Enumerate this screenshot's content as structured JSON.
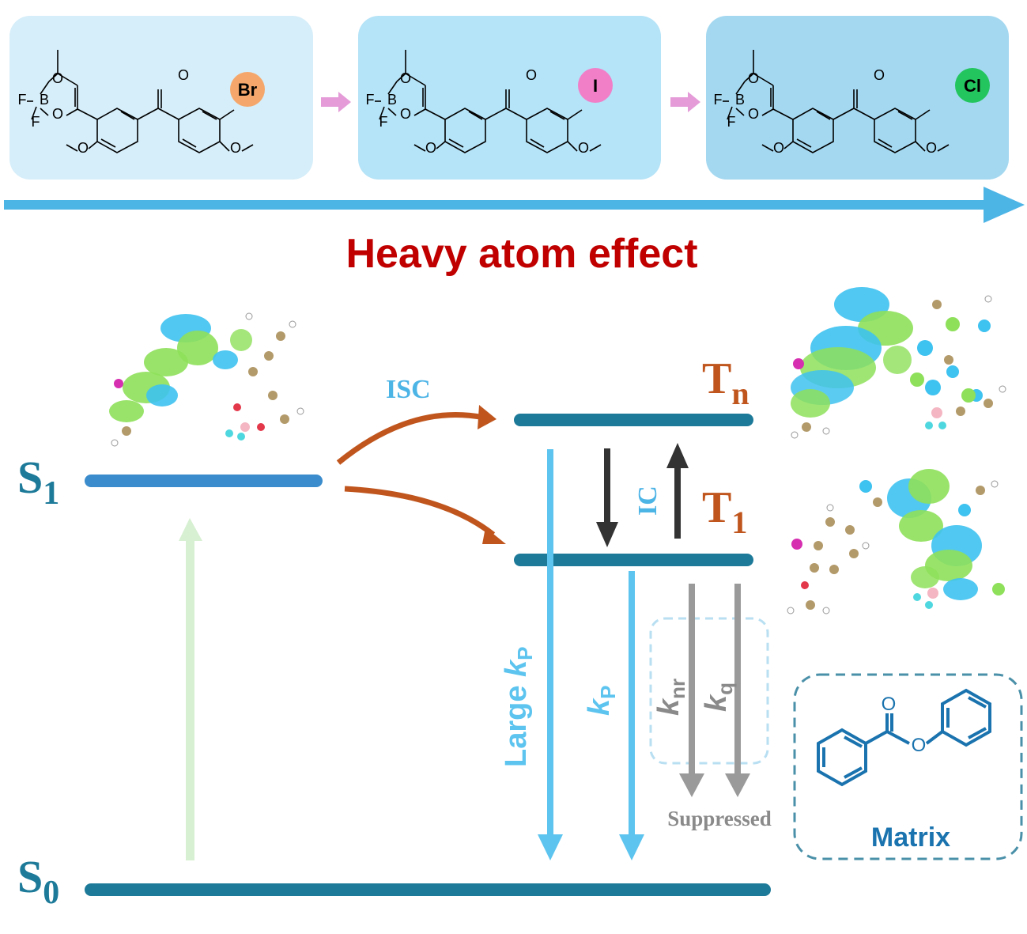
{
  "title": "Heavy atom effect",
  "molecules": [
    {
      "label_F1": "F",
      "label_B": "B",
      "label_F2": "F",
      "label_O1": "O",
      "label_O2": "O",
      "label_O3": "O",
      "halogen": "Br",
      "halogen_color": "#f5a76b"
    },
    {
      "label_F1": "F",
      "label_B": "B",
      "label_F2": "F",
      "label_O1": "O",
      "label_O2": "O",
      "label_O3": "O",
      "halogen": "I",
      "halogen_color": "#f07fc8"
    },
    {
      "label_F1": "F",
      "label_B": "B",
      "label_F2": "F",
      "label_O1": "O",
      "label_O2": "O",
      "label_O3": "O",
      "halogen": "Cl",
      "halogen_color": "#22c55e"
    }
  ],
  "colors": {
    "panel1": "#d6eef9",
    "panel2": "#b5e3f7",
    "panel3": "#a4d8f0",
    "arrow_blue": "#4db4e6",
    "title_red": "#c00000",
    "level_dark": "#1d7a99",
    "level_s1": "#3b8ccc",
    "isc_orange": "#c0561e",
    "emission_blue": "#5cc4ef",
    "gray": "#9a9a9a",
    "matrix_blue": "#1a73ae"
  },
  "levels": {
    "s0": {
      "main": "S",
      "sub": "0"
    },
    "s1": {
      "main": "S",
      "sub": "1"
    },
    "tn": {
      "main": "T",
      "sub": "n"
    },
    "t1": {
      "main": "T",
      "sub": "1"
    }
  },
  "transitions": {
    "isc": "ISC",
    "ic": "IC",
    "large_kp": {
      "prefix": "Large ",
      "k": "k",
      "sub": "P"
    },
    "kp": {
      "k": "k",
      "sub": "P"
    },
    "knr": {
      "k": "k",
      "sub": "nr"
    },
    "kq": {
      "k": "k",
      "sub": "q"
    },
    "suppressed": "Suppressed"
  },
  "matrix": {
    "label": "Matrix",
    "atom_o1": "O",
    "atom_o2": "O"
  }
}
